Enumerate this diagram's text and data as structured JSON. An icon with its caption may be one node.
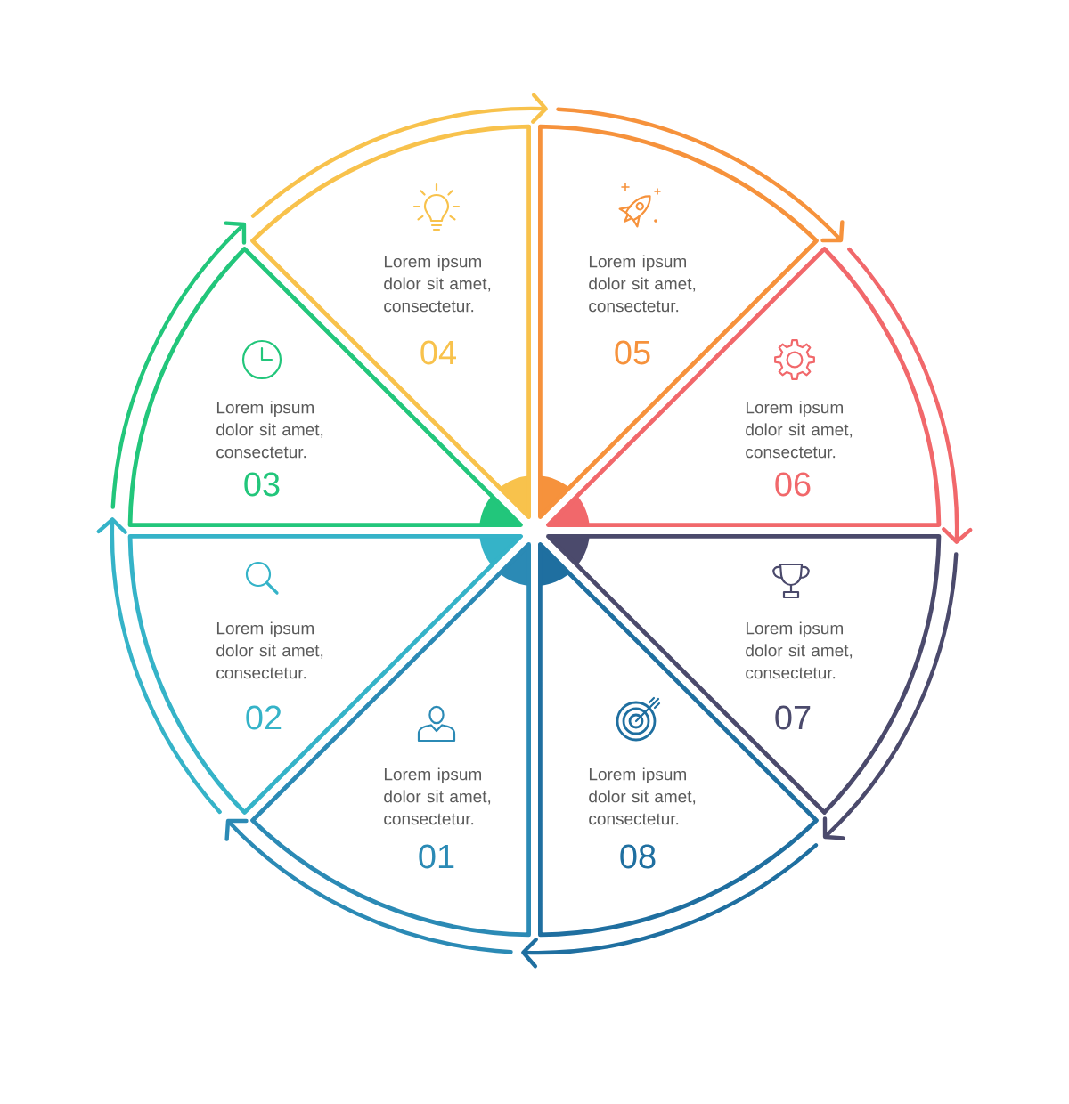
{
  "diagram": {
    "nodes": [
      {
        "text": [
          "Lorem ipsum dolor sit amet, consectetur.",
          "01"
        ]
      },
      {
        "text": [
          "Lorem ipsum dolor sit amet, consectetur.",
          "02"
        ]
      },
      {
        "text": [
          "Lorem ipsum dolor sit amet, consectetur.",
          "03"
        ]
      },
      {
        "text": [
          "Lorem ipsum dolor sit amet, consectetur.",
          "04"
        ]
      },
      {
        "text": [
          "Lorem ipsum dolor sit amet, consectetur.",
          "05"
        ]
      },
      {
        "text": [
          "Lorem ipsum dolor sit amet, consectetur.",
          "06"
        ]
      },
      {
        "text": [
          "Lorem ipsum dolor sit amet, consectetur.",
          "07"
        ]
      },
      {
        "text": [
          "Lorem ipsum dolor sit amet, consectetur.",
          "08"
        ]
      }
    ],
    "edges": [
      {
        "from": 0,
        "to": 1,
        "arrow": "to",
        "color": "#2b8ab5"
      },
      {
        "from": 1,
        "to": 2,
        "arrow": "to",
        "color": "#35b3c8"
      },
      {
        "from": 2,
        "to": 3,
        "arrow": "to",
        "color": "#22c67b"
      },
      {
        "from": 3,
        "to": 4,
        "arrow": "to",
        "color": "#f8c24c"
      },
      {
        "from": 4,
        "to": 5,
        "arrow": "to",
        "color": "#f6923c"
      },
      {
        "from": 5,
        "to": 6,
        "arrow": "to",
        "color": "#f1686b"
      },
      {
        "from": 6,
        "to": 7,
        "arrow": "to",
        "color": "#4b4a6c"
      },
      {
        "from": 7,
        "to": 0,
        "arrow": "to",
        "color": "#1f6fa0"
      }
    ]
  }
}
